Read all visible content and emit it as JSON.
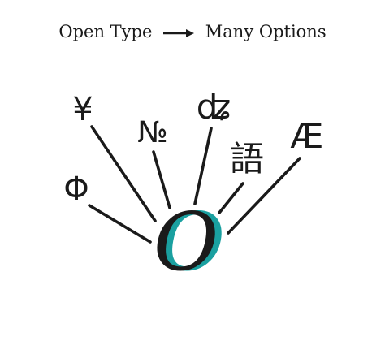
{
  "header": {
    "left_text": "Open Type",
    "right_text": "Many Options"
  },
  "glyphs": [
    {
      "char": "Φ"
    },
    {
      "char": "¥"
    },
    {
      "char": "№"
    },
    {
      "char": "ʥ"
    },
    {
      "char": "語"
    },
    {
      "char": "Æ"
    }
  ],
  "center_glyph": {
    "char": "O"
  },
  "colors": {
    "ink": "#1a1a1a",
    "accent": "#1aa0a0",
    "background": "#ffffff"
  }
}
